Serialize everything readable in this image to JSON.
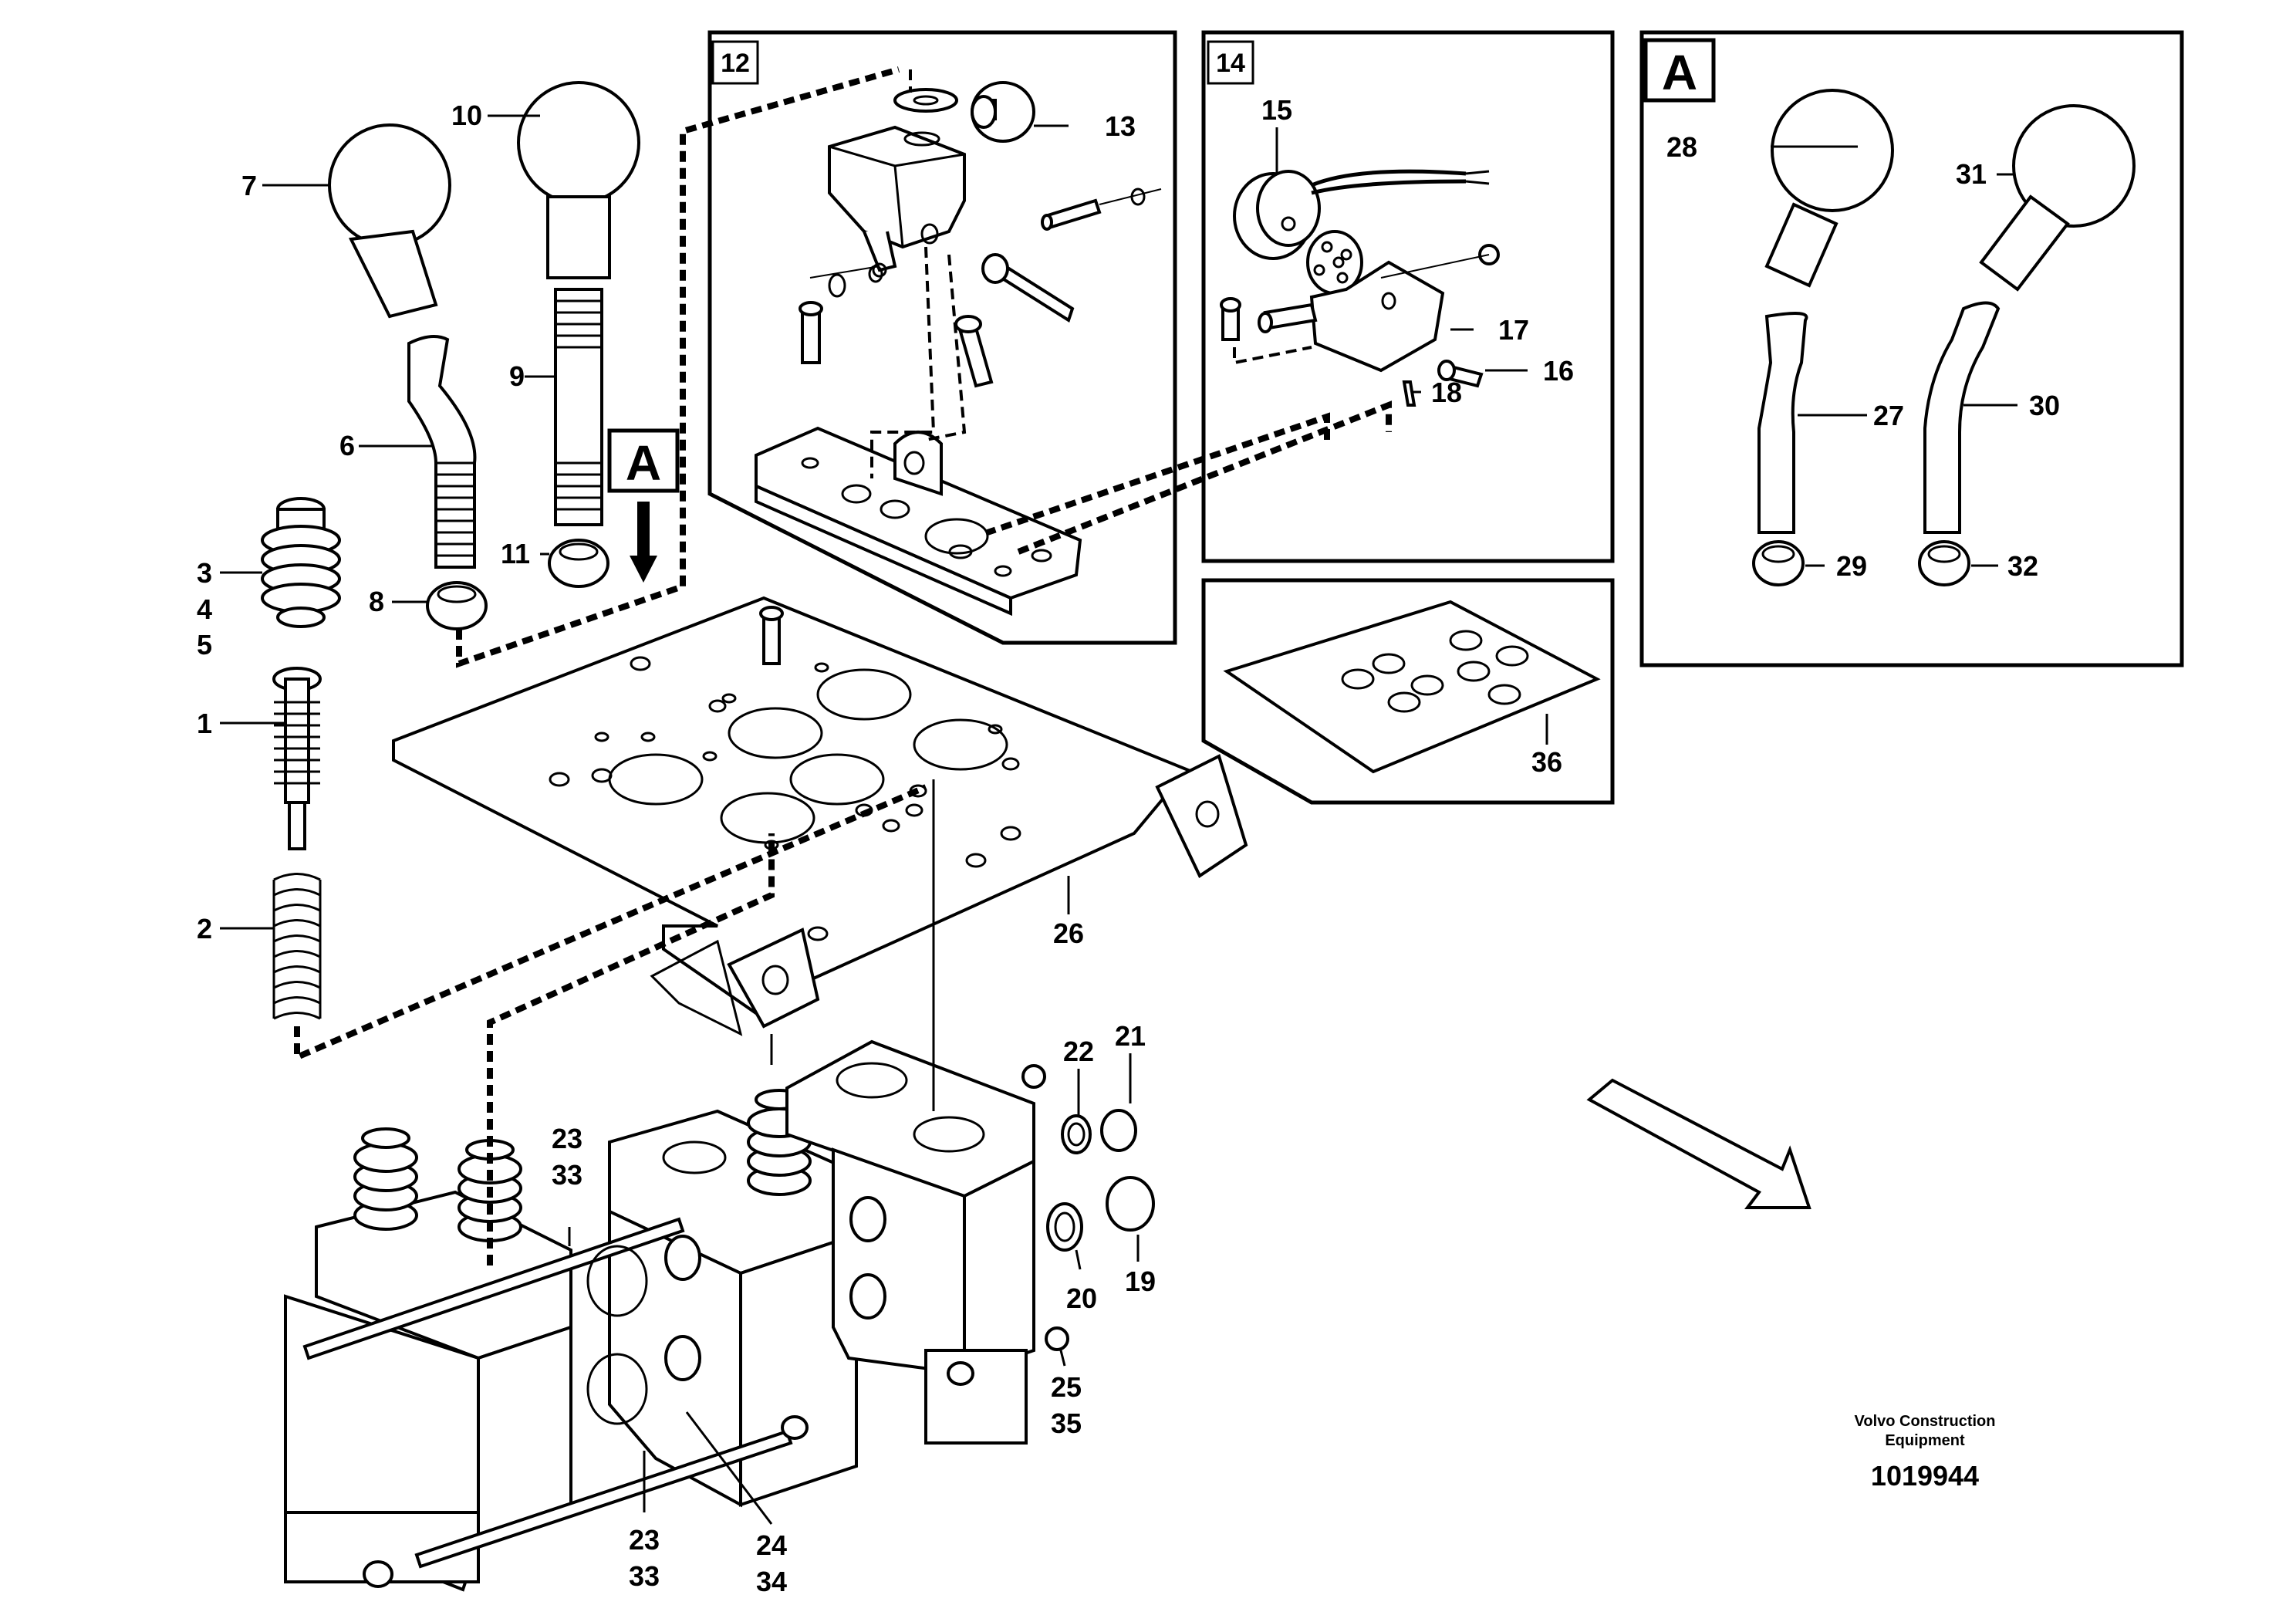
{
  "callouts": {
    "n1": "1",
    "n2": "2",
    "n3": "3",
    "n4": "4",
    "n5": "5",
    "n6": "6",
    "n7": "7",
    "n8": "8",
    "n9": "9",
    "n10": "10",
    "n11": "11",
    "n13": "13",
    "n15": "15",
    "n16": "16",
    "n17": "17",
    "n18": "18",
    "n19": "19",
    "n20": "20",
    "n21": "21",
    "n22": "22",
    "n23a": "23",
    "n33a": "33",
    "n23b": "23",
    "n33b": "33",
    "n24": "24",
    "n34": "34",
    "n25": "25",
    "n35": "35",
    "n26": "26",
    "n27": "27",
    "n28": "28",
    "n29": "29",
    "n30": "30",
    "n31": "31",
    "n32": "32",
    "n36": "36"
  },
  "boxes": {
    "box12_label": "12",
    "box14_label": "14",
    "boxA_label": "A",
    "pointer_A_label": "A"
  },
  "footer": {
    "company_line1": "Volvo Construction",
    "company_line2": "Equipment",
    "drawing_number": "1019944"
  }
}
